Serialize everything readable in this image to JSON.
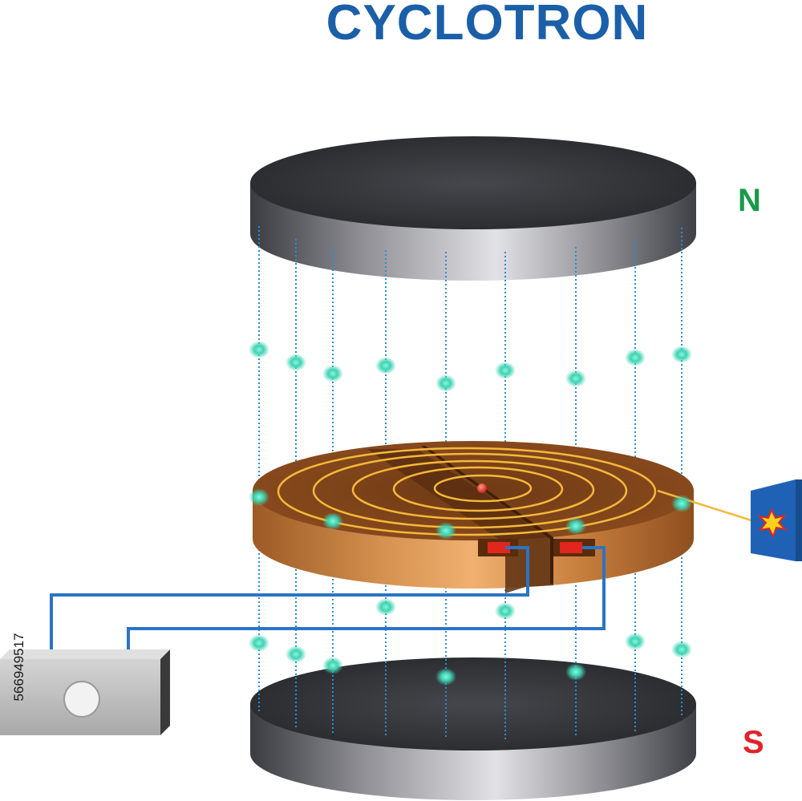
{
  "title": "CYCLOTRON",
  "poles": {
    "north": "N",
    "south": "S"
  },
  "side_label": "566949517",
  "colors": {
    "title": "#1b5fa8",
    "north": "#1a9a4a",
    "south": "#e0232b",
    "magnet_dark": "#2e2f33",
    "dee_copper": "#b8733a",
    "spiral": "#f5b83a",
    "wire": "#2c74c3",
    "field_line": "#2a8fd0",
    "field_dot": "#3fd3b3",
    "target": "#1f62b5",
    "source_box": "#bdbdbd",
    "electrode": "#e1261d"
  },
  "icons": [
    "north-magnet-pole-icon",
    "south-magnet-pole-icon",
    "dee-electrodes-icon",
    "ac-voltage-source-icon",
    "target-plate-icon",
    "collision-spark-icon",
    "particle-icon"
  ]
}
